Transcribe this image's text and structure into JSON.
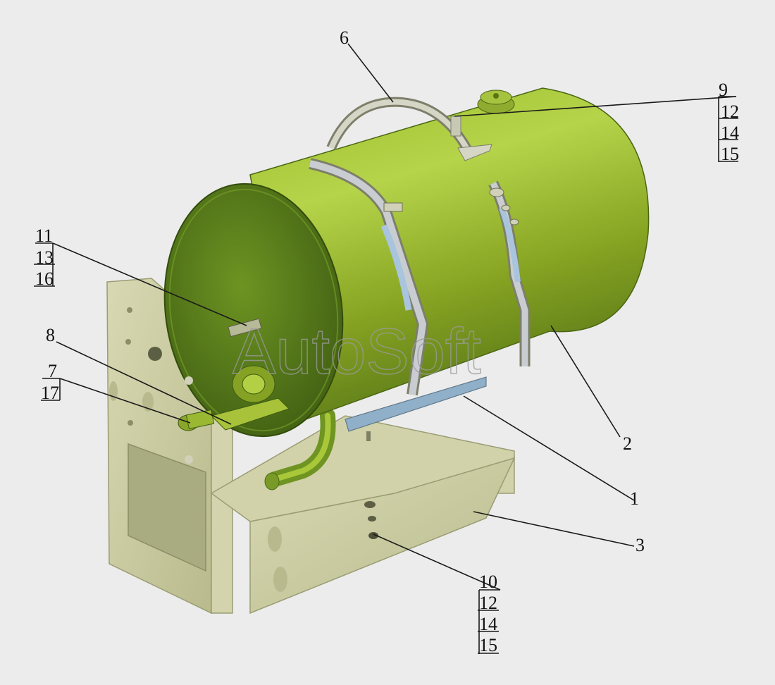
{
  "watermark": "AutoSoft",
  "callouts": {
    "c1": "1",
    "c2": "2",
    "c3": "3",
    "c6": "6",
    "c7": "7",
    "c8": "8",
    "c9": "9",
    "c10": "10",
    "c11": "11",
    "c12a": "12",
    "c12b": "12",
    "c13": "13",
    "c14a": "14",
    "c14b": "14",
    "c15a": "15",
    "c15b": "15",
    "c16": "16",
    "c17": "17"
  },
  "colors": {
    "background": "#ececec",
    "tank": "#8fb020",
    "tank_dark": "#4c6a18",
    "bracket": "#c9caa0",
    "strap": "#a9b4bd",
    "pad": "#8fb0c8"
  }
}
